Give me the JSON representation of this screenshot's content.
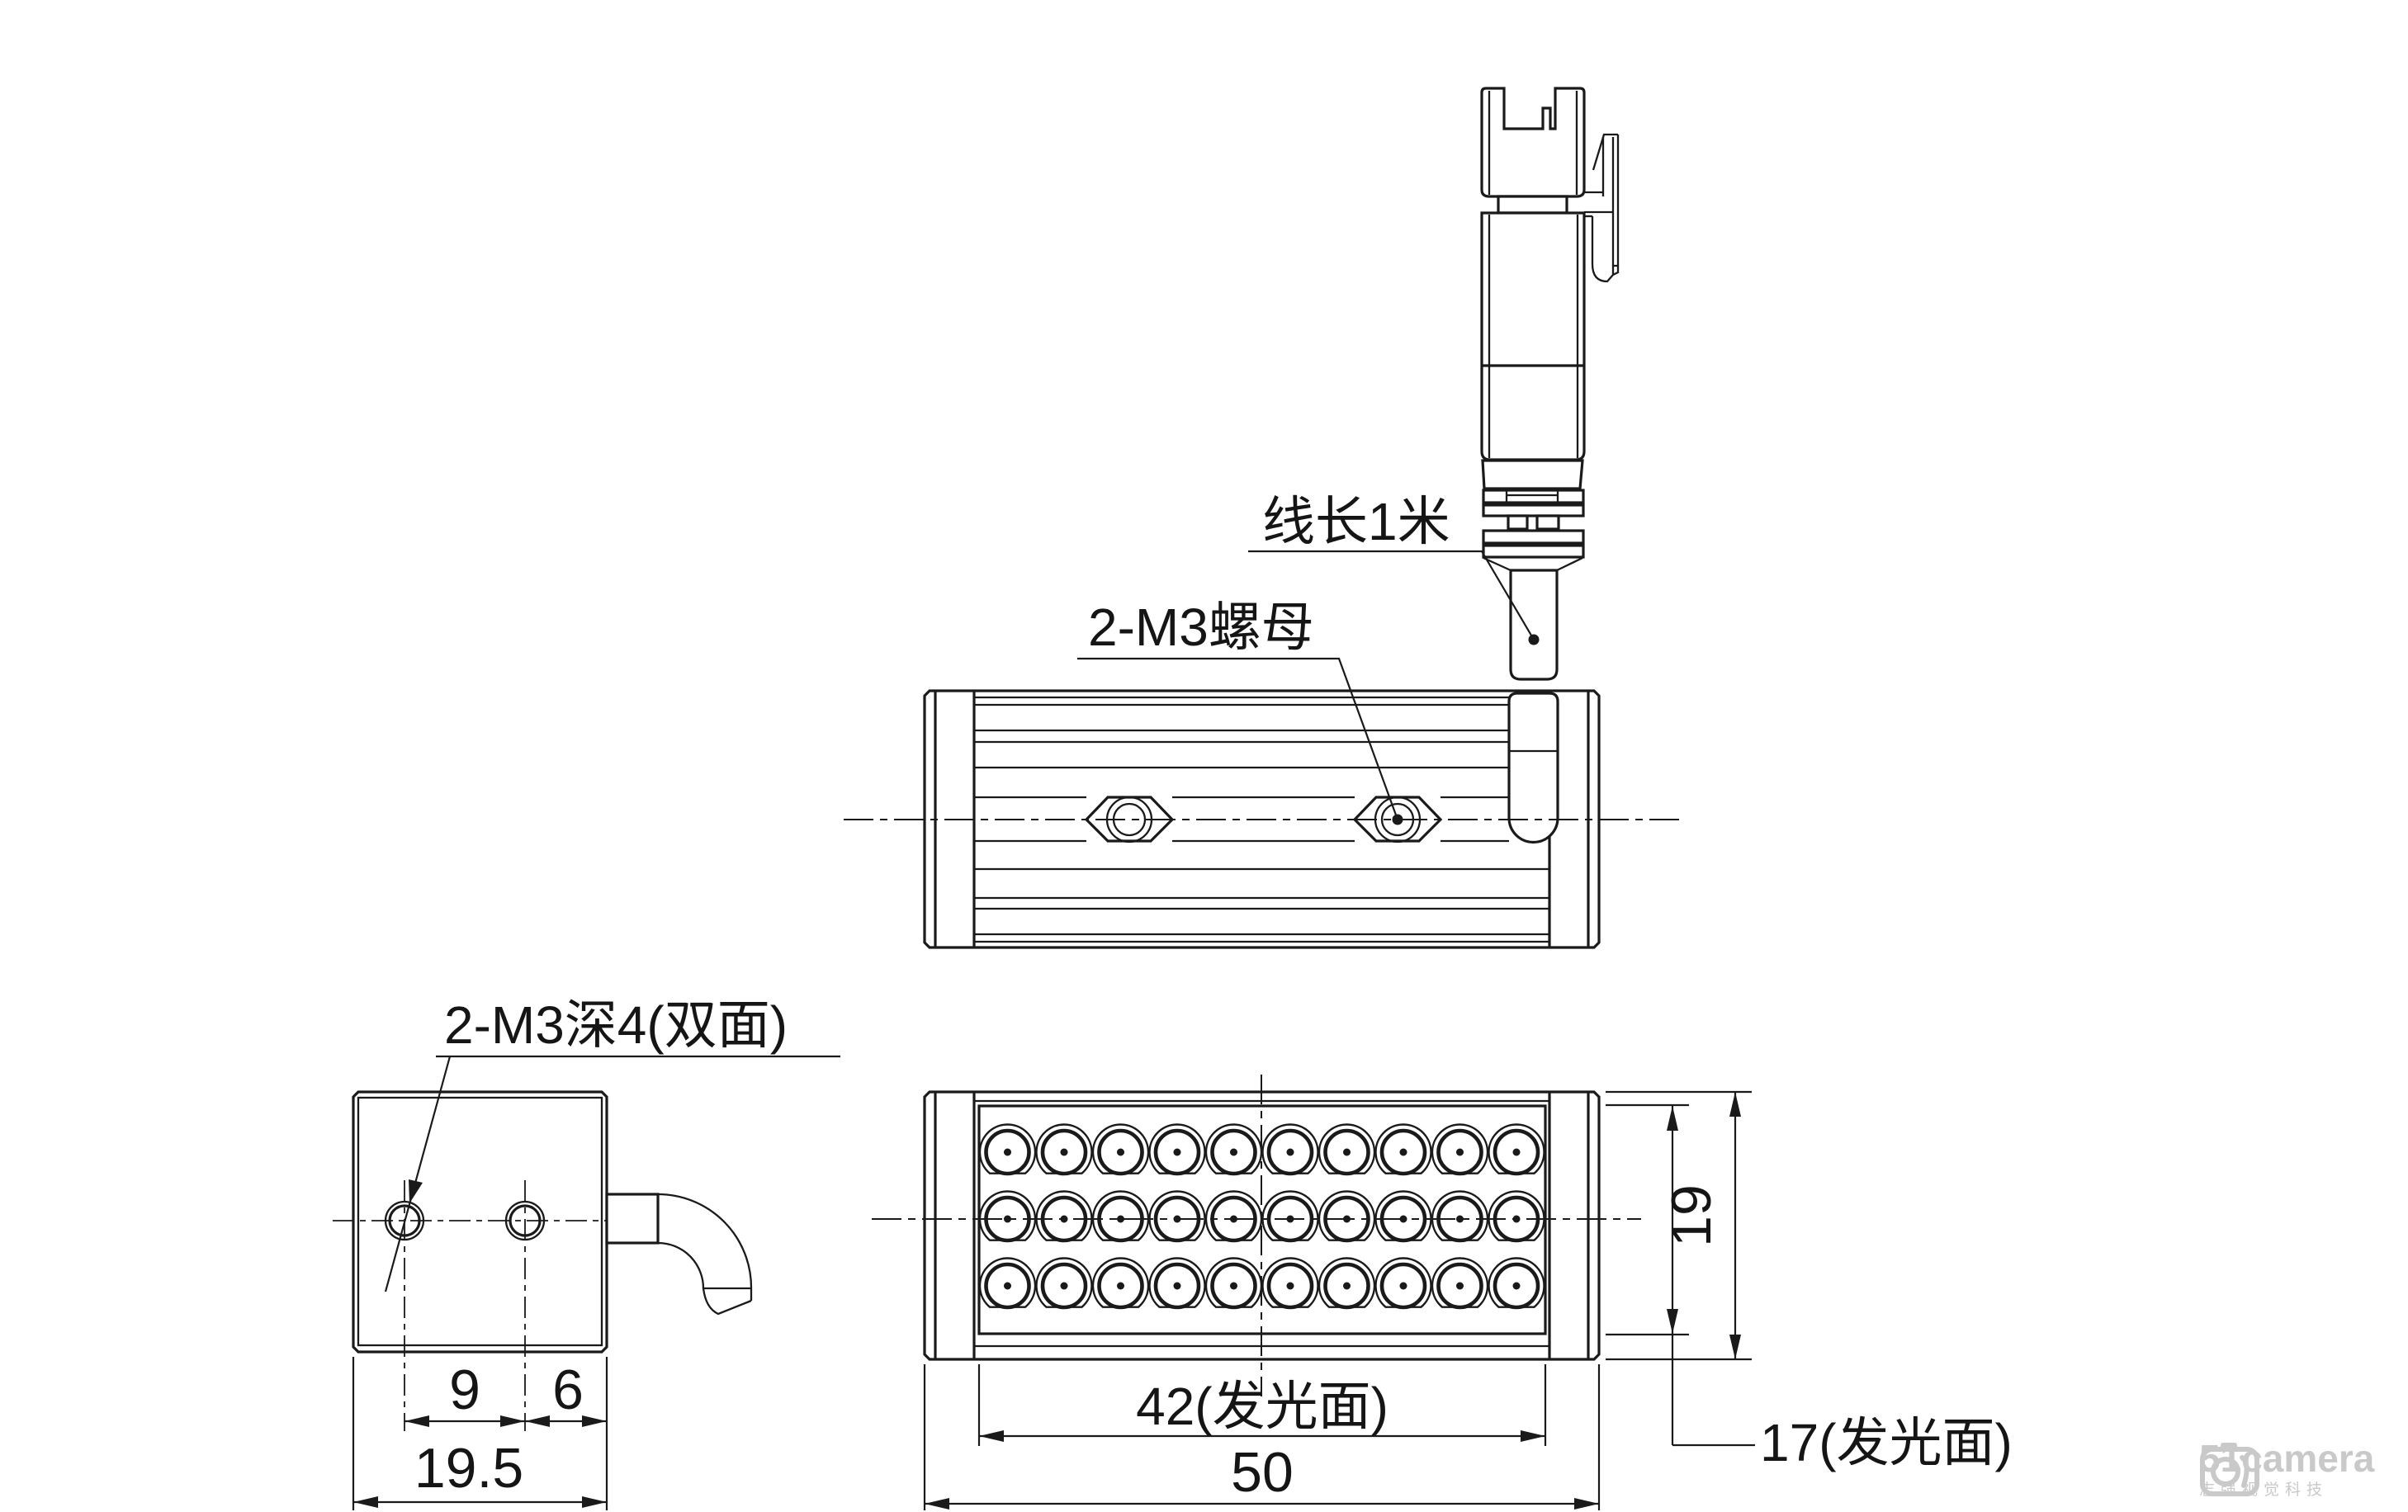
{
  "drawing_type": "mechanical-dimension-drawing",
  "annotations": {
    "cable_length_label": "线长1米",
    "nut_label": "2-M3螺母",
    "tapped_hole_label": "2-M3深4(双面)"
  },
  "dimensions": {
    "hole_spacing": "9",
    "hole_to_edge": "6",
    "end_view_width": "19.5",
    "luminous_width": "42(发光面)",
    "overall_length": "50",
    "overall_height": "19",
    "luminous_height": "17(发光面)"
  },
  "led_array": {
    "rows": 3,
    "columns": 10
  },
  "watermark": {
    "brand": "51camera",
    "company": "志强视觉科技"
  },
  "colors": {
    "line": "#1a1a1a",
    "text": "#151515",
    "watermark": "#c9c9c9",
    "background": "#ffffff"
  }
}
